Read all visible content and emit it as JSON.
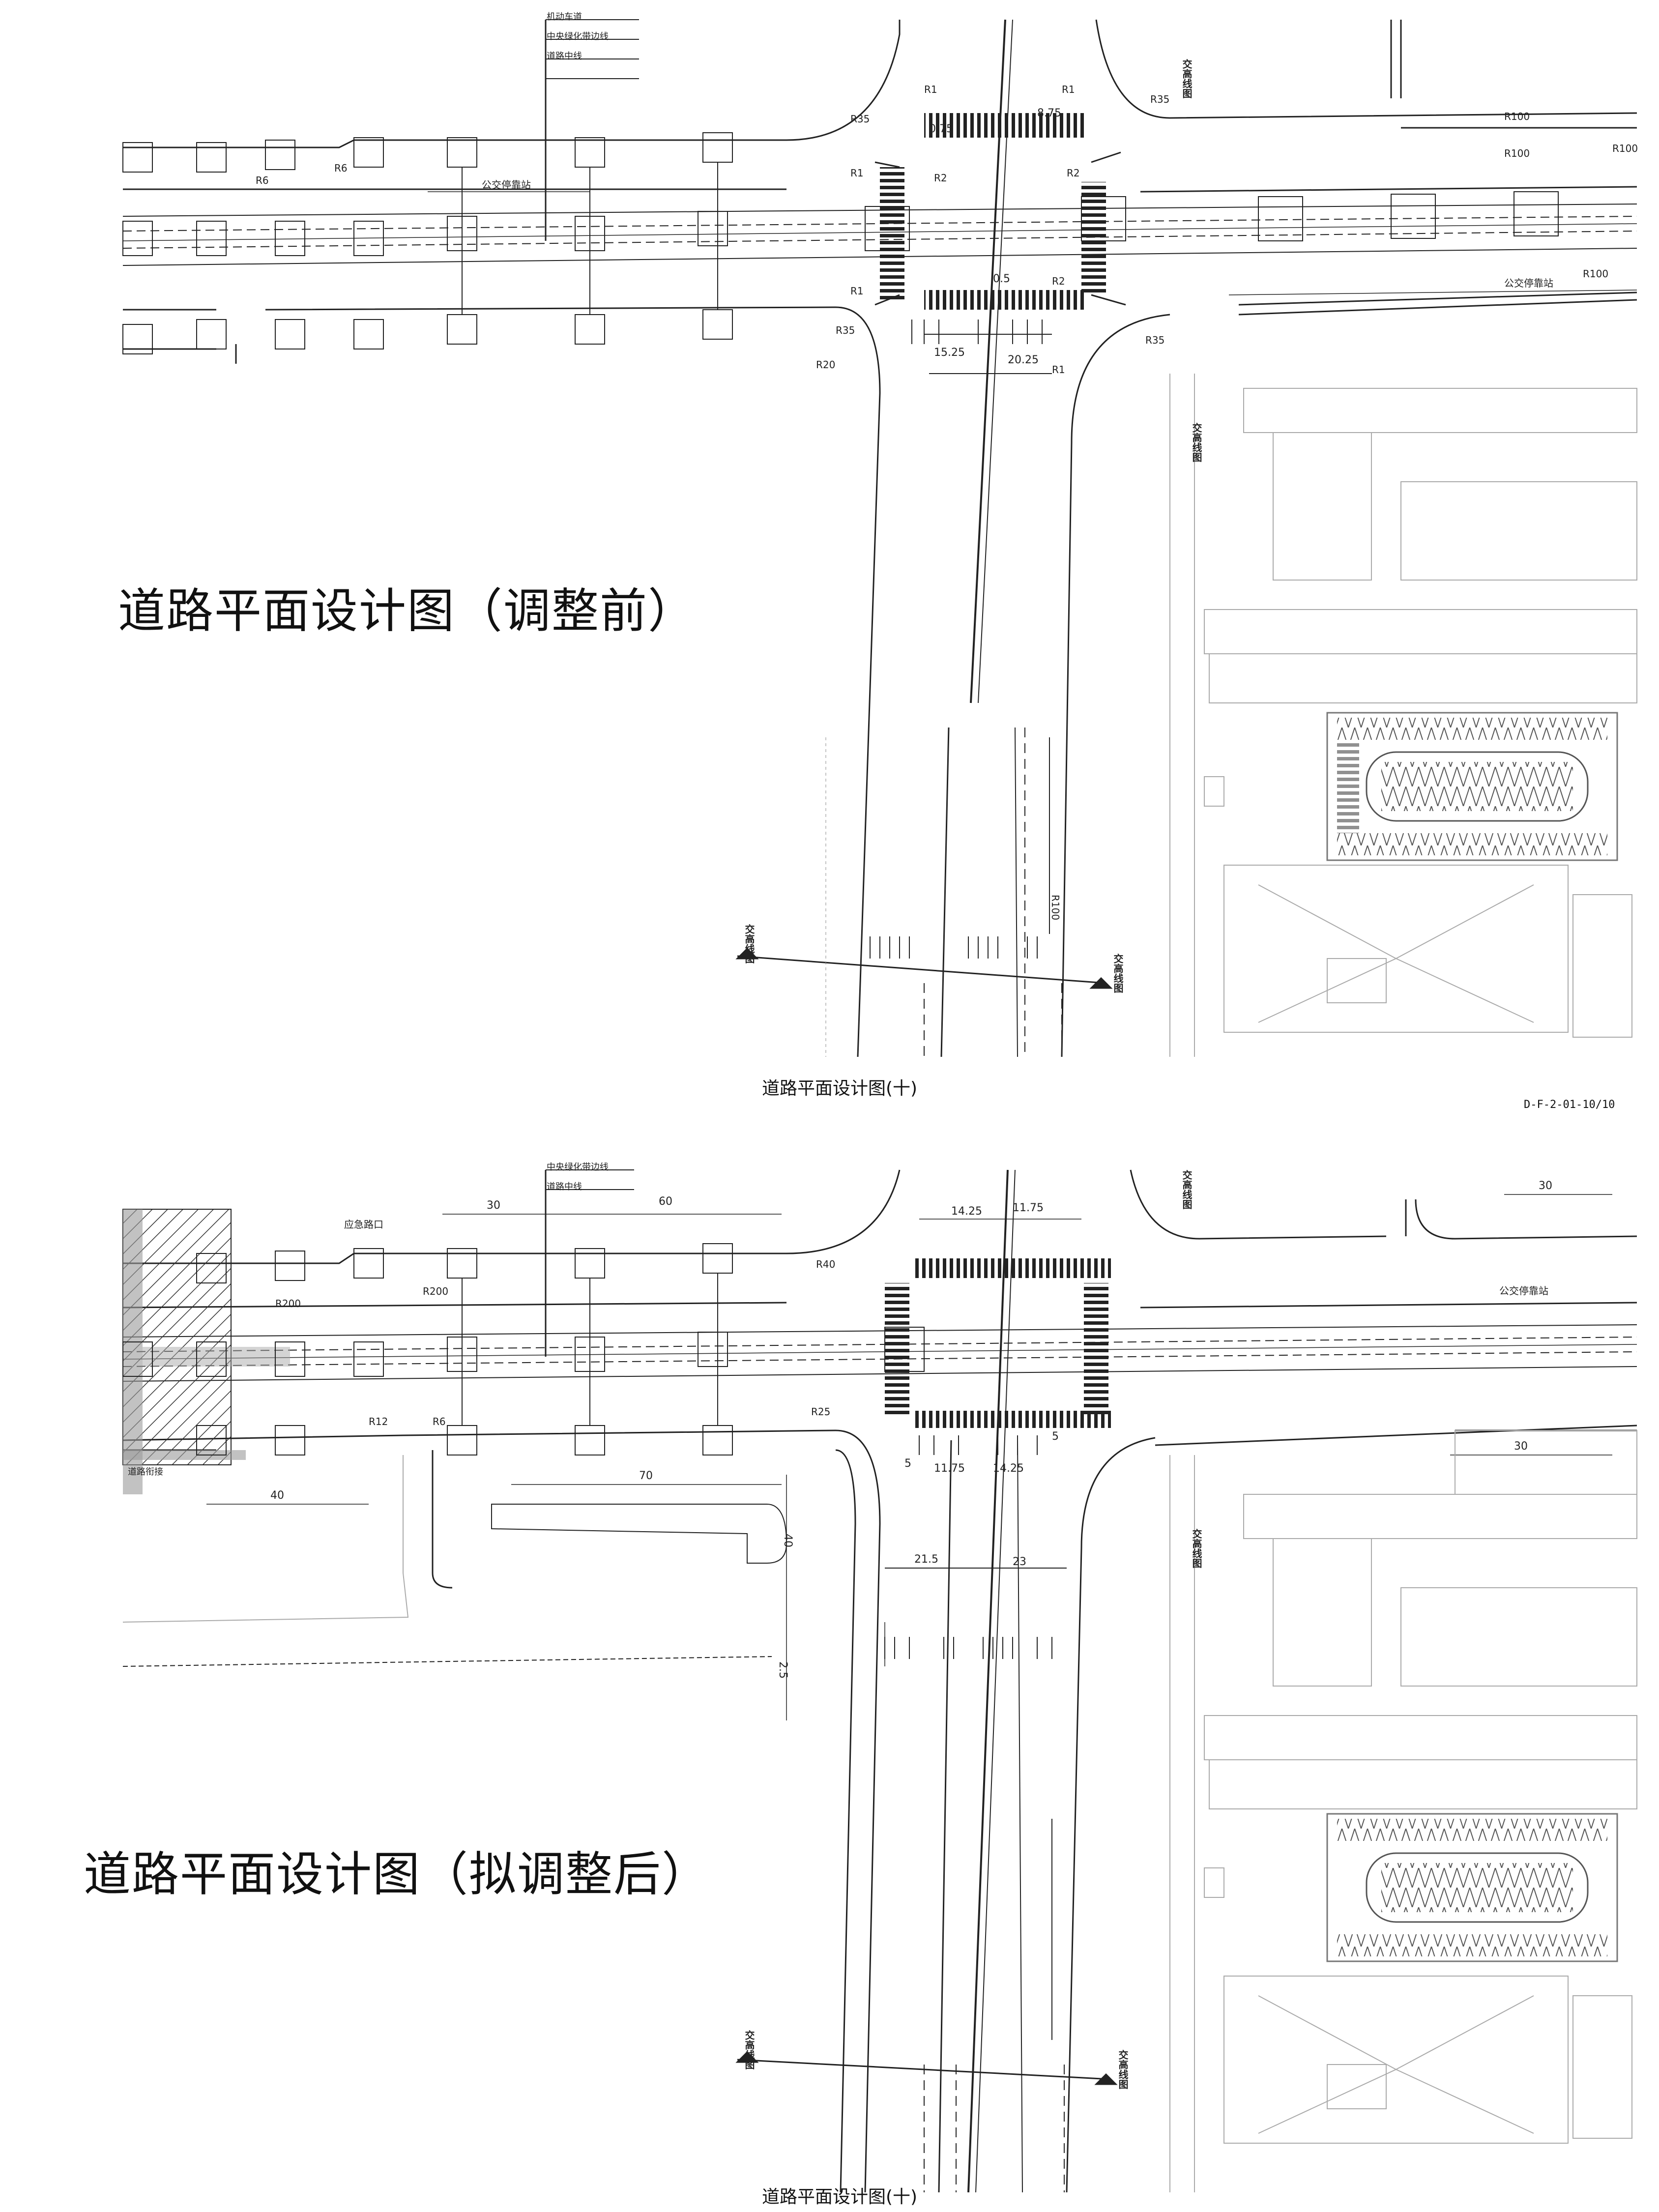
{
  "top": {
    "heading": "道路平面设计图（调整前）",
    "caption": "道路平面设计图(十)",
    "drawing_no": "D-F-2-01-10/10",
    "legend": [
      "机动车道",
      "中央绿化带边线",
      "道路中线"
    ],
    "labels": {
      "bus_stop_left": "公交停靠站",
      "bus_stop_right": "公交停靠站",
      "vert_a": "交高线图",
      "vert_b": "交高线图",
      "vert_c": "交高线图",
      "vert_d": "交高线图"
    },
    "radii": [
      "R35",
      "R6",
      "R6",
      "R1",
      "R1",
      "R1",
      "R2",
      "R2",
      "R2",
      "R100",
      "R100",
      "R100",
      "R100",
      "R20",
      "R35",
      "R35",
      "R35",
      "R1",
      "R1",
      "R100"
    ],
    "dims": [
      "15.25",
      "20.25",
      "8.75",
      "0.75",
      "0.5"
    ]
  },
  "bottom": {
    "heading": "道路平面设计图（拟调整后）",
    "caption": "道路平面设计图(十)",
    "legend": [
      "中央绿化带边线",
      "道路中线"
    ],
    "labels": {
      "emergency_gate": "应急路口",
      "bus_stop": "公交停靠站",
      "vert_a": "交高线图",
      "vert_b": "交高线图",
      "vert_c": "交高线图",
      "vert_d": "交高线图",
      "left_note": "道路衔接"
    },
    "radii": [
      "R200",
      "R200",
      "R40",
      "R25",
      "R12",
      "R6"
    ],
    "dims": [
      "30",
      "60",
      "14.25",
      "11.75",
      "30",
      "40",
      "70",
      "40",
      "5",
      "11.75",
      "14.25",
      "5",
      "30",
      "21.5",
      "23",
      "2.5"
    ]
  }
}
